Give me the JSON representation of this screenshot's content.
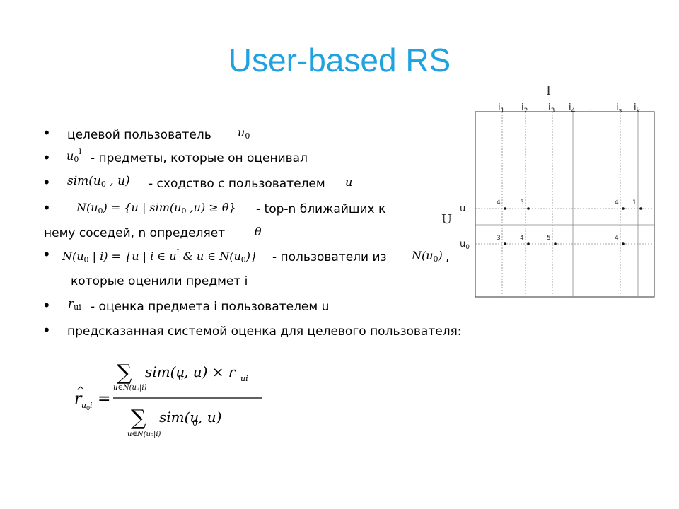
{
  "slide": {
    "title": "User-based RS",
    "bullets": [
      "целевой пользователь",
      "- предметы, которые он оценивал",
      "- сходство с пользователем",
      "- top-n ближайших к",
      "нему соседей, n определяет",
      "- пользователи из",
      ",",
      "которые оценили предмет i",
      "- оценка предмета i пользователем u",
      "предсказанная системой оценка для целевого пользователя:"
    ],
    "bullet_char": "•"
  },
  "matrix": {
    "label_top": "I",
    "label_left": "U",
    "columns": [
      "i1",
      "i2",
      "i3",
      "i4",
      "...",
      "is",
      "ik"
    ],
    "rows": [
      {
        "name": "u",
        "ratings": [
          "4",
          "5",
          "",
          "",
          "",
          "4",
          "1"
        ]
      },
      {
        "name": "u0",
        "ratings": [
          "3",
          "4",
          "5",
          "",
          "",
          "4",
          ""
        ]
      }
    ]
  }
}
